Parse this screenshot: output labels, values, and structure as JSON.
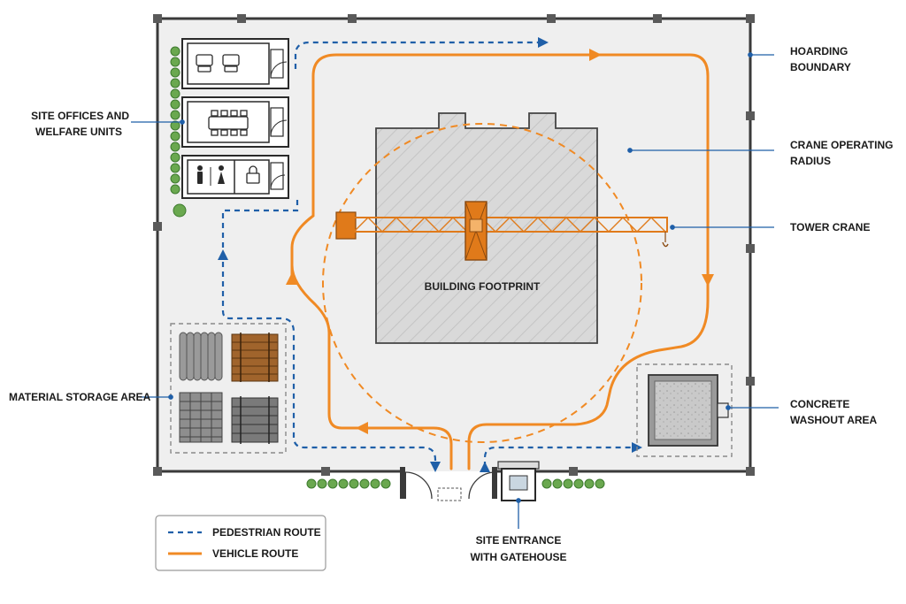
{
  "diagram": {
    "labels": {
      "hoarding_1": "HOARDING",
      "hoarding_2": "BOUNDARY",
      "offices_1": "SITE OFFICES AND",
      "offices_2": "WELFARE UNITS",
      "crane_radius_1": "CRANE OPERATING",
      "crane_radius_2": "RADIUS",
      "tower_crane": "TOWER CRANE",
      "building": "BUILDING FOOTPRINT",
      "material": "MATERIAL STORAGE AREA",
      "washout_1": "CONCRETE",
      "washout_2": "WASHOUT AREA",
      "entrance_1": "SITE ENTRANCE",
      "entrance_2": "WITH GATEHOUSE"
    },
    "legend": {
      "pedestrian": "PEDESTRIAN ROUTE",
      "vehicle": "VEHICLE ROUTE"
    },
    "colors": {
      "vehicle_route": "#f08a24",
      "pedestrian_route": "#1f5fa8",
      "crane": "#f08a24",
      "leader": "#1f5fa8",
      "site_fill": "#efefef",
      "boundary": "#3a3a3a",
      "hedge": "#6aa84f"
    }
  }
}
